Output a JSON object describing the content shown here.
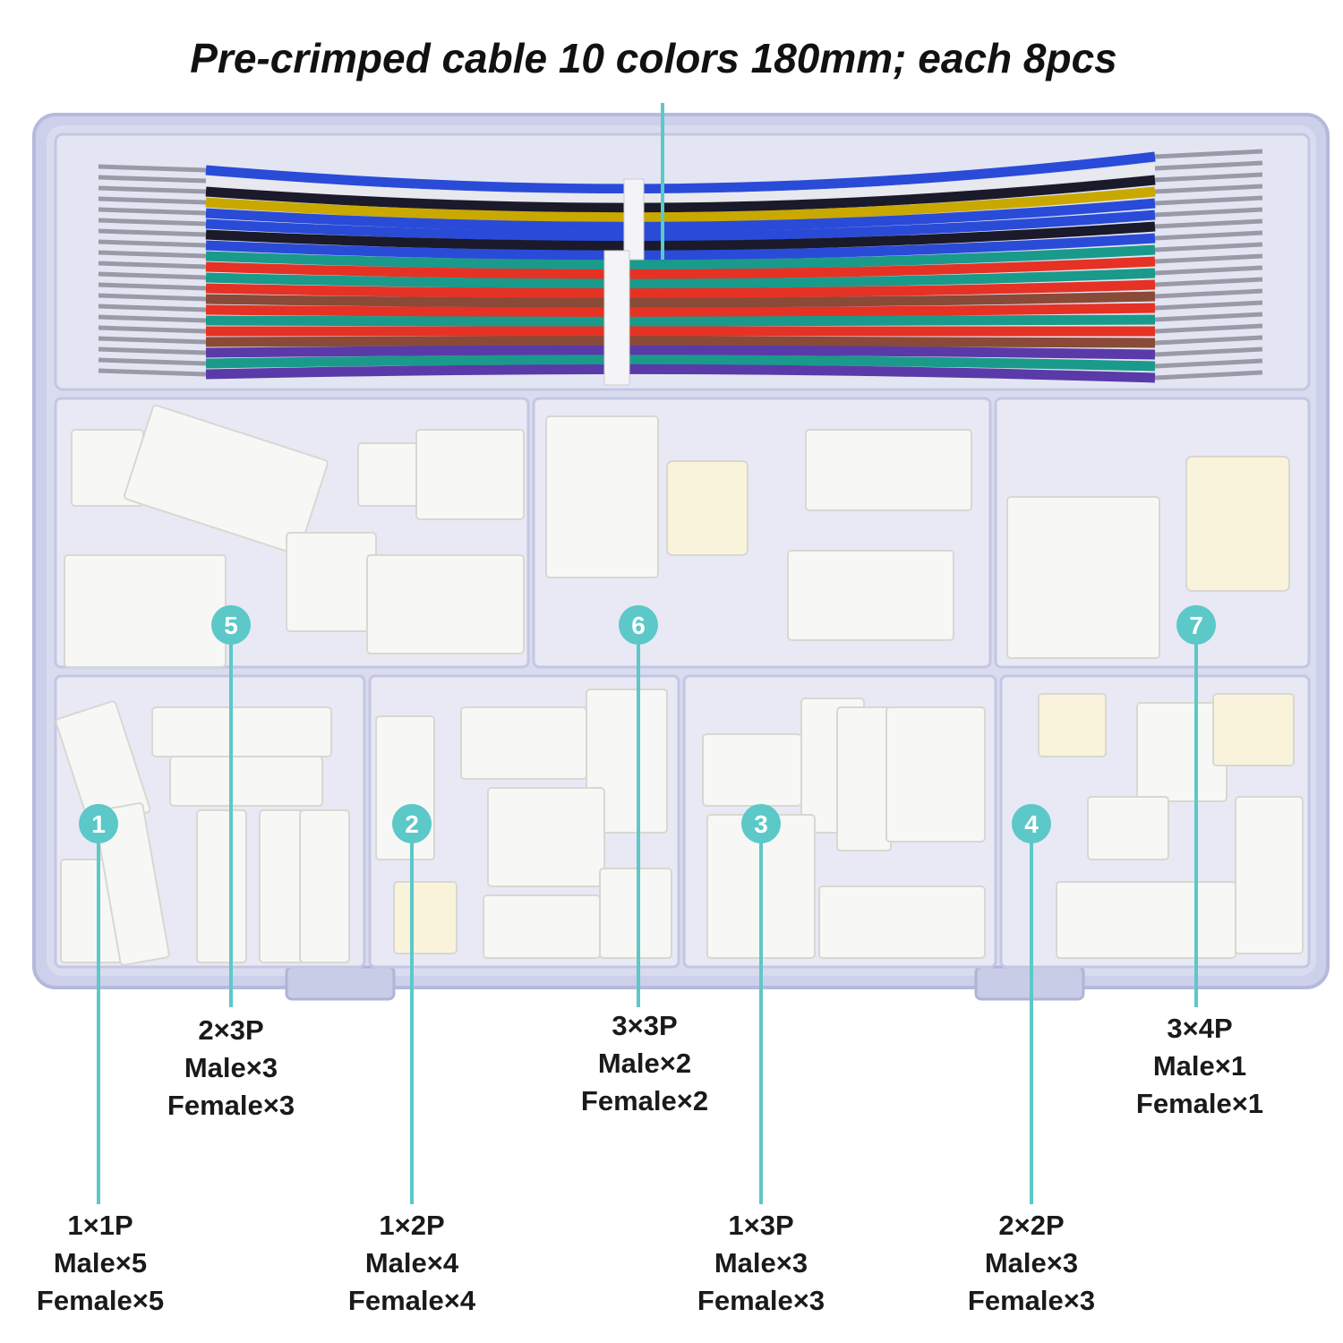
{
  "title": "Pre-crimped cable 10 colors 180mm; each 8pcs",
  "colors": {
    "accent": "#5cc8c8",
    "box": "#c9cde8",
    "wire_blue": "#2a4bd8",
    "wire_red": "#e53224",
    "wire_teal": "#1a9a8a",
    "wire_brown": "#8a4a38",
    "wire_purple": "#5a3aa8",
    "wire_black": "#1a1a2a",
    "wire_white": "#e8e8ef",
    "wire_yellow": "#c9a800"
  },
  "compartments": [
    {
      "num": "1",
      "size": "1×1P",
      "male": "Male×5",
      "female": "Female×5"
    },
    {
      "num": "2",
      "size": "1×2P",
      "male": "Male×4",
      "female": "Female×4"
    },
    {
      "num": "3",
      "size": "1×3P",
      "male": "Male×3",
      "female": "Female×3"
    },
    {
      "num": "4",
      "size": "2×2P",
      "male": "Male×3",
      "female": "Female×3"
    },
    {
      "num": "5",
      "size": "2×3P",
      "male": "Male×3",
      "female": "Female×3"
    },
    {
      "num": "6",
      "size": "3×3P",
      "male": "Male×2",
      "female": "Female×2"
    },
    {
      "num": "7",
      "size": "3×4P",
      "male": "Male×1",
      "female": "Female×1"
    }
  ]
}
